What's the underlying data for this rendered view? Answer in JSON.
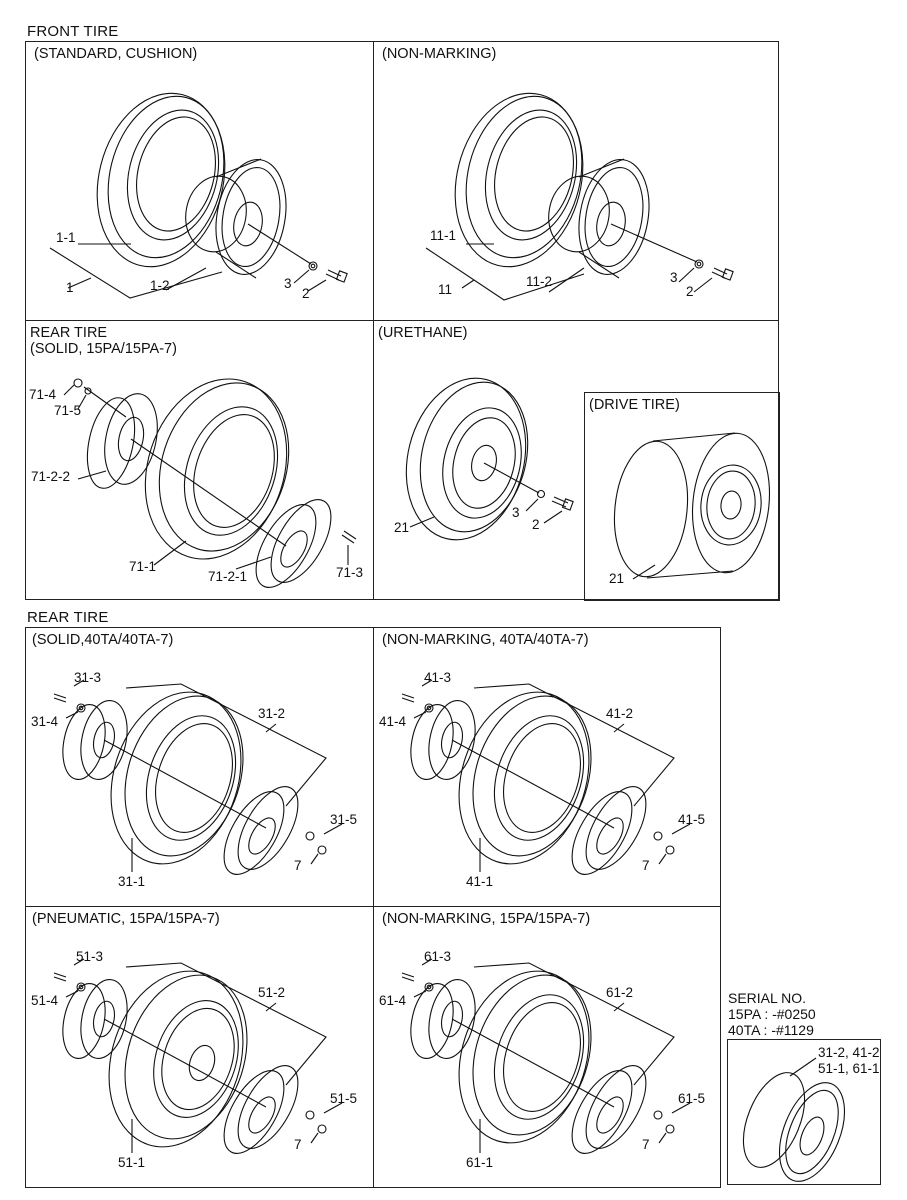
{
  "sections": {
    "front": "FRONT TIRE",
    "rear": "REAR TIRE"
  },
  "panels": {
    "standard": {
      "title": "(STANDARD, CUSHION)",
      "labels": {
        "tire": "1-1",
        "assembly": "1",
        "wheel": "1-2",
        "washer": "3",
        "bolt": "2"
      }
    },
    "nonmarking_front": {
      "title": "(NON-MARKING)",
      "labels": {
        "tire": "11-1",
        "assembly": "11",
        "wheel": "11-2",
        "washer": "3",
        "bolt": "2"
      }
    },
    "rear_solid_15": {
      "title_line1": "REAR TIRE",
      "title_line2": "(SOLID, 15PA/15PA-7)",
      "labels": {
        "bolt": "71-4",
        "washer": "71-5",
        "rim_left": "71-2-2",
        "tire": "71-1",
        "rim_right": "71-2-1",
        "screw": "71-3"
      }
    },
    "urethane": {
      "title": "(URETHANE)",
      "labels": {
        "tire": "21",
        "washer": "3",
        "bolt": "2"
      }
    },
    "drive": {
      "title": "(DRIVE TIRE)",
      "labels": {
        "tire": "21"
      }
    },
    "solid_40": {
      "title": "(SOLID,40TA/40TA-7)",
      "labels": {
        "bolt": "31-3",
        "washer": "31-4",
        "assembly": "31-2",
        "nut": "31-5",
        "stud": "7",
        "tire": "31-1"
      }
    },
    "nonmarking_40": {
      "title": "(NON-MARKING, 40TA/40TA-7)",
      "labels": {
        "bolt": "41-3",
        "washer": "41-4",
        "assembly": "41-2",
        "nut": "41-5",
        "stud": "7",
        "tire": "41-1"
      }
    },
    "pneumatic_15": {
      "title": "(PNEUMATIC, 15PA/15PA-7)",
      "labels": {
        "bolt": "51-3",
        "washer": "51-4",
        "assembly": "51-2",
        "nut": "51-5",
        "stud": "7",
        "tire": "51-1"
      }
    },
    "nonmarking_15": {
      "title": "(NON-MARKING, 15PA/15PA-7)",
      "labels": {
        "bolt": "61-3",
        "washer": "61-4",
        "assembly": "61-2",
        "nut": "61-5",
        "stud": "7",
        "tire": "61-1"
      }
    }
  },
  "serial": {
    "heading": "SERIAL NO.",
    "line1": "15PA : -#0250",
    "line2": "40TA : -#1129",
    "parts_line1": "31-2, 41-2",
    "parts_line2": "51-1, 61-1"
  }
}
